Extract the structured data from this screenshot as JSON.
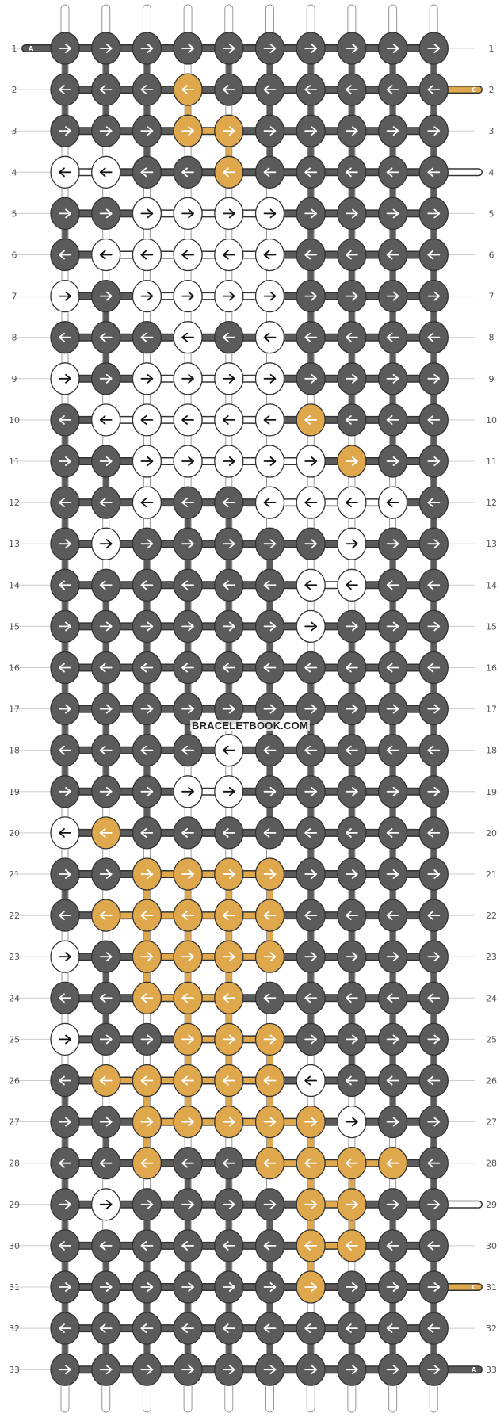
{
  "watermark": "BRACELETBOOK.COM",
  "colors": {
    "A": "#5b5b5b",
    "B": "#ffffff",
    "C": "#e0a84c",
    "stroke": "#333333",
    "guide": "#cccccc"
  },
  "strings_left": [
    "A",
    "C",
    "B",
    "B",
    "A",
    "B",
    "A",
    "B",
    "A",
    "A"
  ],
  "strings_right_rows": {
    "2": "C",
    "4": "B",
    "29": "B",
    "31": "C",
    "33": "A"
  },
  "endpoint_labels": {
    "left1": "A",
    "r2": "C",
    "r4": "B",
    "r29": "B",
    "r31": "C",
    "r33": "A"
  },
  "row_labels": [
    "1",
    "2",
    "3",
    "4",
    "5",
    "6",
    "7",
    "8",
    "9",
    "10",
    "11",
    "12",
    "13",
    "14",
    "15",
    "16",
    "17",
    "18",
    "19",
    "20",
    "21",
    "22",
    "23",
    "24",
    "25",
    "26",
    "27",
    "28",
    "29",
    "30",
    "31",
    "32",
    "33"
  ],
  "knots": [
    "AAAAAAAAAA",
    "AAACAAAAAA",
    "AAACCAAAAA",
    "BBAACAAAAA",
    "AABBBBAAAA",
    "ABBBBBAAAA",
    "BABBBBAAAA",
    "AAABABAAAA",
    "BABBBBAAAA",
    "ABBBBBCAAA",
    "AABBBBBCAA",
    "AABAABBBBA",
    "ABAAAAABAA",
    "AAAAAABBAA",
    "AAAAAABAAA",
    "AAAAAAAAAA",
    "AAAAAAAAAA",
    "AAAABAAAAA",
    "AAABBAAAAA",
    "BCAAAAAAAA",
    "AACCCCAAAA",
    "ACCCCCAAAA",
    "BACCCCAAAA",
    "AACCCAAAAA",
    "BAACCCAAAA",
    "ACCCCCBAAA",
    "AACCCCCBAA",
    "AACAACCCCA",
    "ABAAAACCAA",
    "AAAAAACCAA",
    "AAAAAACAAA",
    "AAAAAAAAAA",
    "AAAAAAAAAA"
  ],
  "dirs": [
    "RRRRRRRRRR",
    "LLLLLLLLLL",
    "RRRRRRRRRR",
    "LLLLLLLLLL",
    "RRRRRRRRRR",
    "LLLLLLLLLL",
    "RRRRRRRRRR",
    "LLLLLLLLLL",
    "RRRRRRRRRR",
    "LLLLLLLLLL",
    "RRRRRRRRRR",
    "LLLLLLLLLL",
    "RRRRRRRRRR",
    "LLLLLLLLLL",
    "RRRRRRRRRR",
    "LLLLLLLLLL",
    "RRRRRRRRRR",
    "LLLLLLLLLL",
    "RRRRRRRRRR",
    "LLLLLLLLLL",
    "RRRRRRRRRR",
    "LLLLLLLLLL",
    "RRRRRRRRRR",
    "LLLLLLLLLL",
    "RRRRRRRRRR",
    "LLLLLLLLLL",
    "RRRRRRRRRR",
    "LLLLLLLLLL",
    "RRRRRRRRRR",
    "LLLLLLLLLL",
    "RRRRRRRRRR",
    "LLLLLLLLLL",
    "RRRRRRRRRR"
  ],
  "icons": {
    "right": "arrow-right-icon",
    "left": "arrow-left-icon"
  }
}
